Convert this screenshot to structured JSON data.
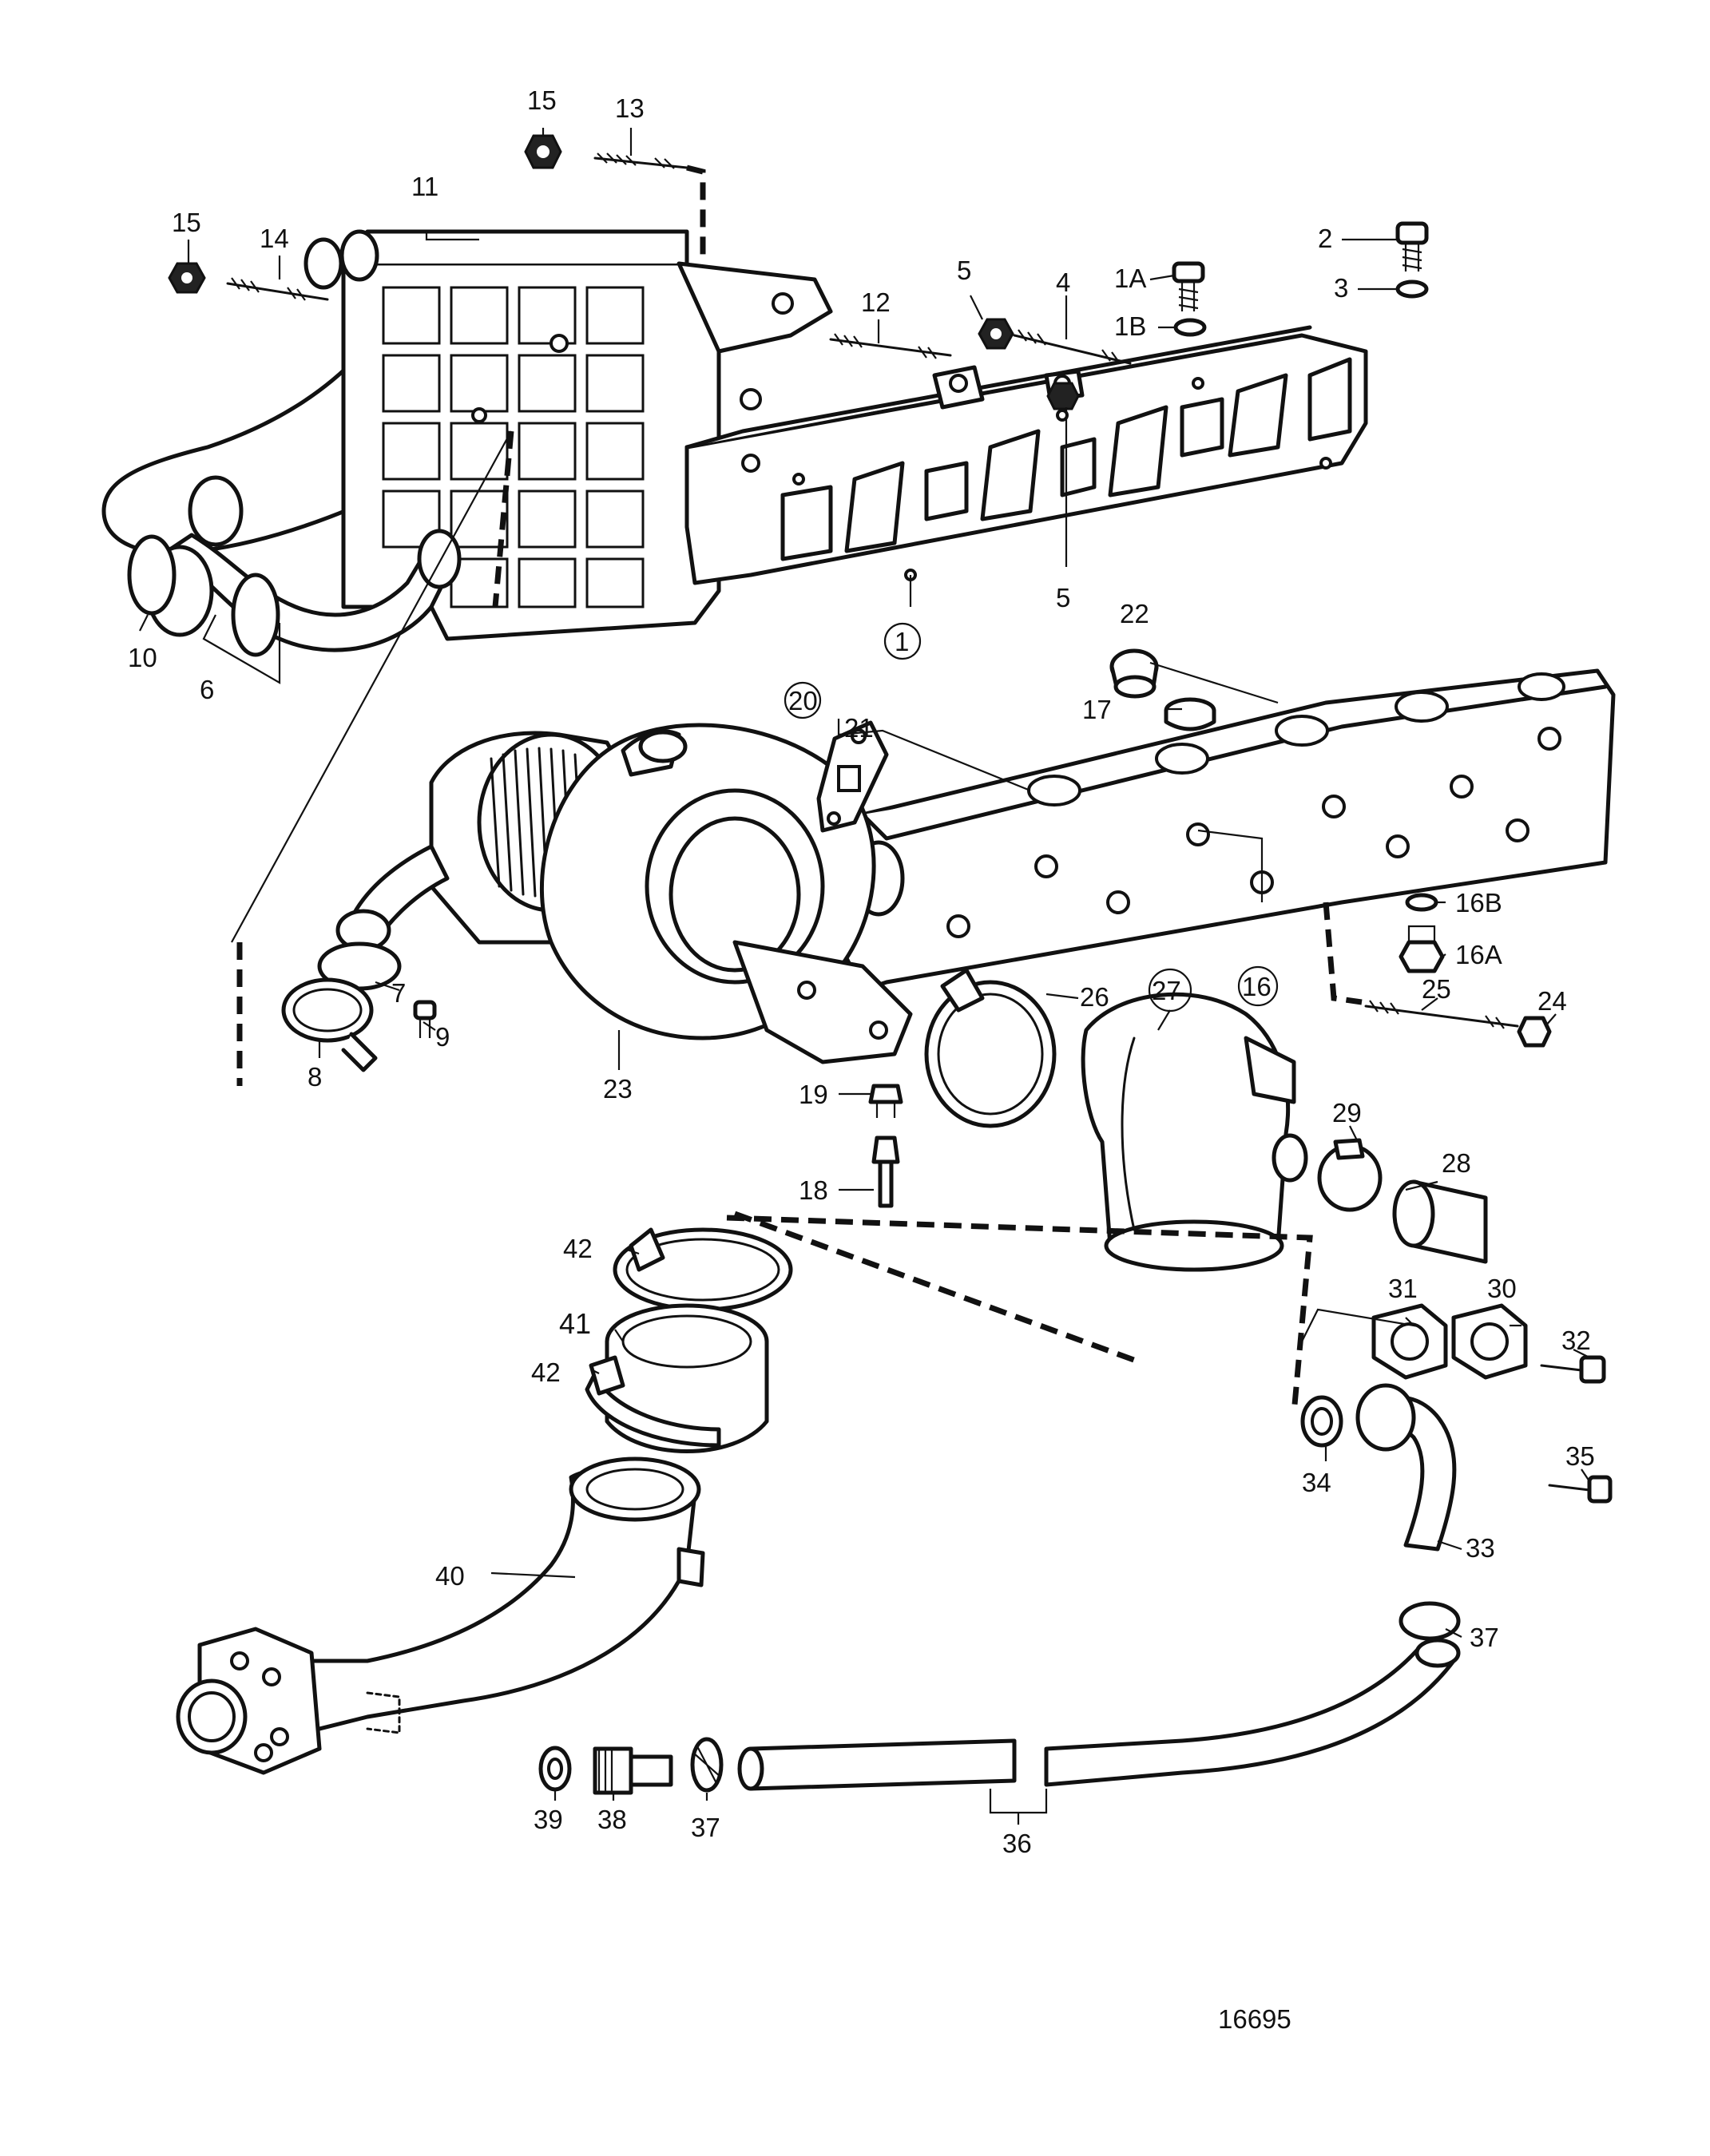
{
  "figure_number": "16695",
  "part_labels": [
    {
      "id": "p1",
      "text": "1"
    },
    {
      "id": "p1A",
      "text": "1A"
    },
    {
      "id": "p1B",
      "text": "1B"
    },
    {
      "id": "p2",
      "text": "2"
    },
    {
      "id": "p3",
      "text": "3"
    },
    {
      "id": "p4",
      "text": "4"
    },
    {
      "id": "p5a",
      "text": "5"
    },
    {
      "id": "p5b",
      "text": "5"
    },
    {
      "id": "p6",
      "text": "6"
    },
    {
      "id": "p7",
      "text": "7"
    },
    {
      "id": "p8",
      "text": "8"
    },
    {
      "id": "p9",
      "text": "9"
    },
    {
      "id": "p10",
      "text": "10"
    },
    {
      "id": "p11",
      "text": "11"
    },
    {
      "id": "p12",
      "text": "12"
    },
    {
      "id": "p13",
      "text": "13"
    },
    {
      "id": "p14",
      "text": "14"
    },
    {
      "id": "p15a",
      "text": "15"
    },
    {
      "id": "p15b",
      "text": "15"
    },
    {
      "id": "p16",
      "text": "16"
    },
    {
      "id": "p16A",
      "text": "16A"
    },
    {
      "id": "p16B",
      "text": "16B"
    },
    {
      "id": "p17",
      "text": "17"
    },
    {
      "id": "p18",
      "text": "18"
    },
    {
      "id": "p19",
      "text": "19"
    },
    {
      "id": "p20",
      "text": "20"
    },
    {
      "id": "p21",
      "text": "21"
    },
    {
      "id": "p22",
      "text": "22"
    },
    {
      "id": "p23",
      "text": "23"
    },
    {
      "id": "p24",
      "text": "24"
    },
    {
      "id": "p25",
      "text": "25"
    },
    {
      "id": "p26",
      "text": "26"
    },
    {
      "id": "p27",
      "text": "27"
    },
    {
      "id": "p28",
      "text": "28"
    },
    {
      "id": "p29",
      "text": "29"
    },
    {
      "id": "p30",
      "text": "30"
    },
    {
      "id": "p31",
      "text": "31"
    },
    {
      "id": "p32",
      "text": "32"
    },
    {
      "id": "p33",
      "text": "33"
    },
    {
      "id": "p34",
      "text": "34"
    },
    {
      "id": "p35",
      "text": "35"
    },
    {
      "id": "p36",
      "text": "36"
    },
    {
      "id": "p37a",
      "text": "37"
    },
    {
      "id": "p37b",
      "text": "37"
    },
    {
      "id": "p38",
      "text": "38"
    },
    {
      "id": "p39",
      "text": "39"
    },
    {
      "id": "p40",
      "text": "40"
    },
    {
      "id": "p41",
      "text": "41"
    },
    {
      "id": "p42a",
      "text": "42"
    },
    {
      "id": "p42b",
      "text": "42"
    }
  ]
}
